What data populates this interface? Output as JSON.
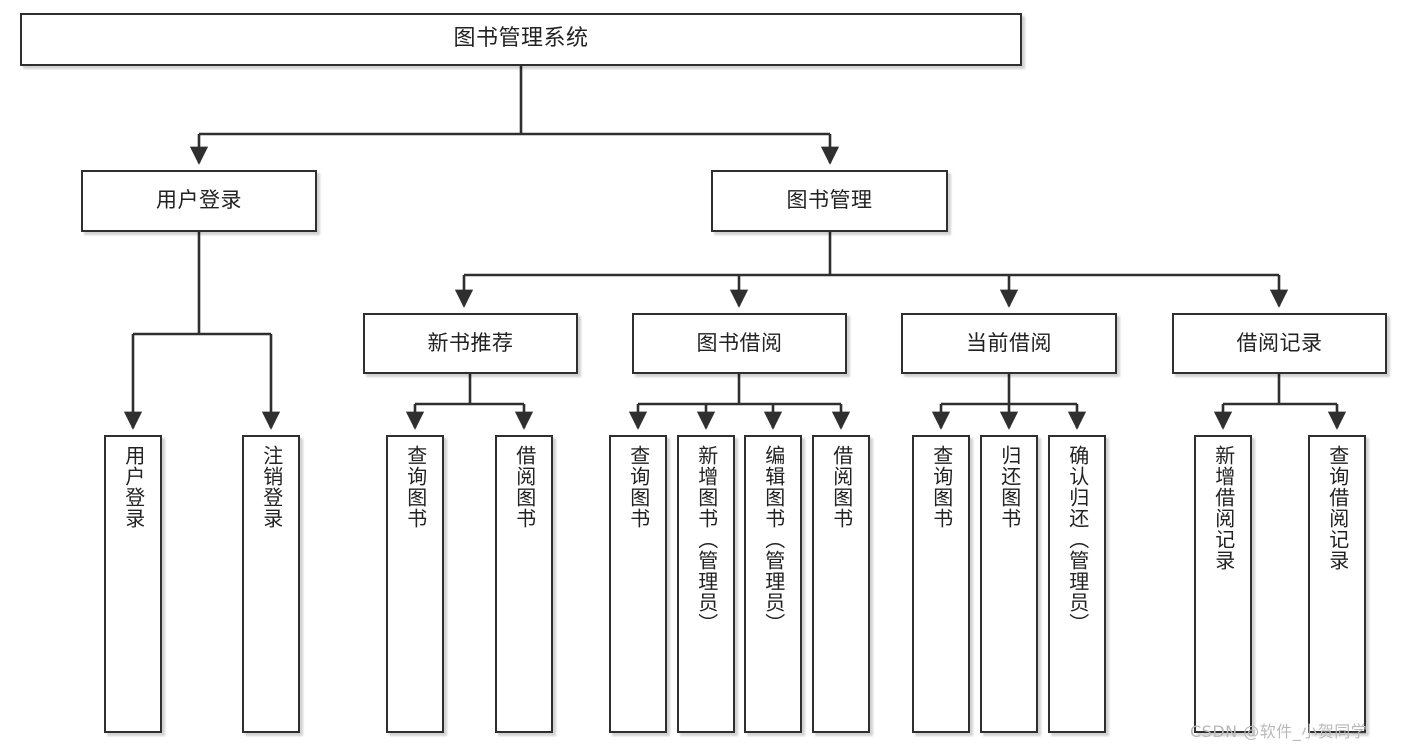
{
  "diagram": {
    "type": "tree-hierarchy-chart",
    "title": "图书管理系统",
    "orientation": "top-down",
    "colors": {
      "box_border": "#2f2f2f",
      "box_fill": "#ffffff",
      "edge": "#2f2f2f",
      "text": "#222222",
      "watermark": "#b9b9b9",
      "background": "#ffffff"
    },
    "root": {
      "label": "图书管理系统"
    },
    "level2": [
      {
        "id": "user-login",
        "label": "用户登录"
      },
      {
        "id": "book-manage",
        "label": "图书管理"
      }
    ],
    "level3": [
      {
        "id": "new-book-recommend",
        "label": "新书推荐",
        "parent": "book-manage"
      },
      {
        "id": "book-borrow",
        "label": "图书借阅",
        "parent": "book-manage"
      },
      {
        "id": "current-borrow",
        "label": "当前借阅",
        "parent": "book-manage"
      },
      {
        "id": "borrow-record",
        "label": "借阅记录",
        "parent": "book-manage"
      }
    ],
    "leaves": [
      {
        "id": "leaf-user-login",
        "label": "用户登录",
        "parent": "user-login"
      },
      {
        "id": "leaf-logout-login",
        "label": "注销登录",
        "parent": "user-login"
      },
      {
        "id": "leaf-query-book-1",
        "label": "查询图书",
        "parent": "new-book-recommend"
      },
      {
        "id": "leaf-borrow-book-1",
        "label": "借阅图书",
        "parent": "new-book-recommend"
      },
      {
        "id": "leaf-query-book-2",
        "label": "查询图书",
        "parent": "book-borrow"
      },
      {
        "id": "leaf-add-book",
        "label": "新增图书（管理员）",
        "parent": "book-borrow"
      },
      {
        "id": "leaf-edit-book",
        "label": "编辑图书（管理员）",
        "parent": "book-borrow"
      },
      {
        "id": "leaf-borrow-book-2",
        "label": "借阅图书",
        "parent": "book-borrow"
      },
      {
        "id": "leaf-query-book-3",
        "label": "查询图书",
        "parent": "current-borrow"
      },
      {
        "id": "leaf-return-book",
        "label": "归还图书",
        "parent": "current-borrow"
      },
      {
        "id": "leaf-confirm-return",
        "label": "确认归还（管理员）",
        "parent": "current-borrow"
      },
      {
        "id": "leaf-add-record",
        "label": "新增借阅记录",
        "parent": "borrow-record"
      },
      {
        "id": "leaf-query-record",
        "label": "查询借阅记录",
        "parent": "borrow-record"
      }
    ]
  },
  "watermark": {
    "text": "CSDN @软件_小贺同学"
  }
}
